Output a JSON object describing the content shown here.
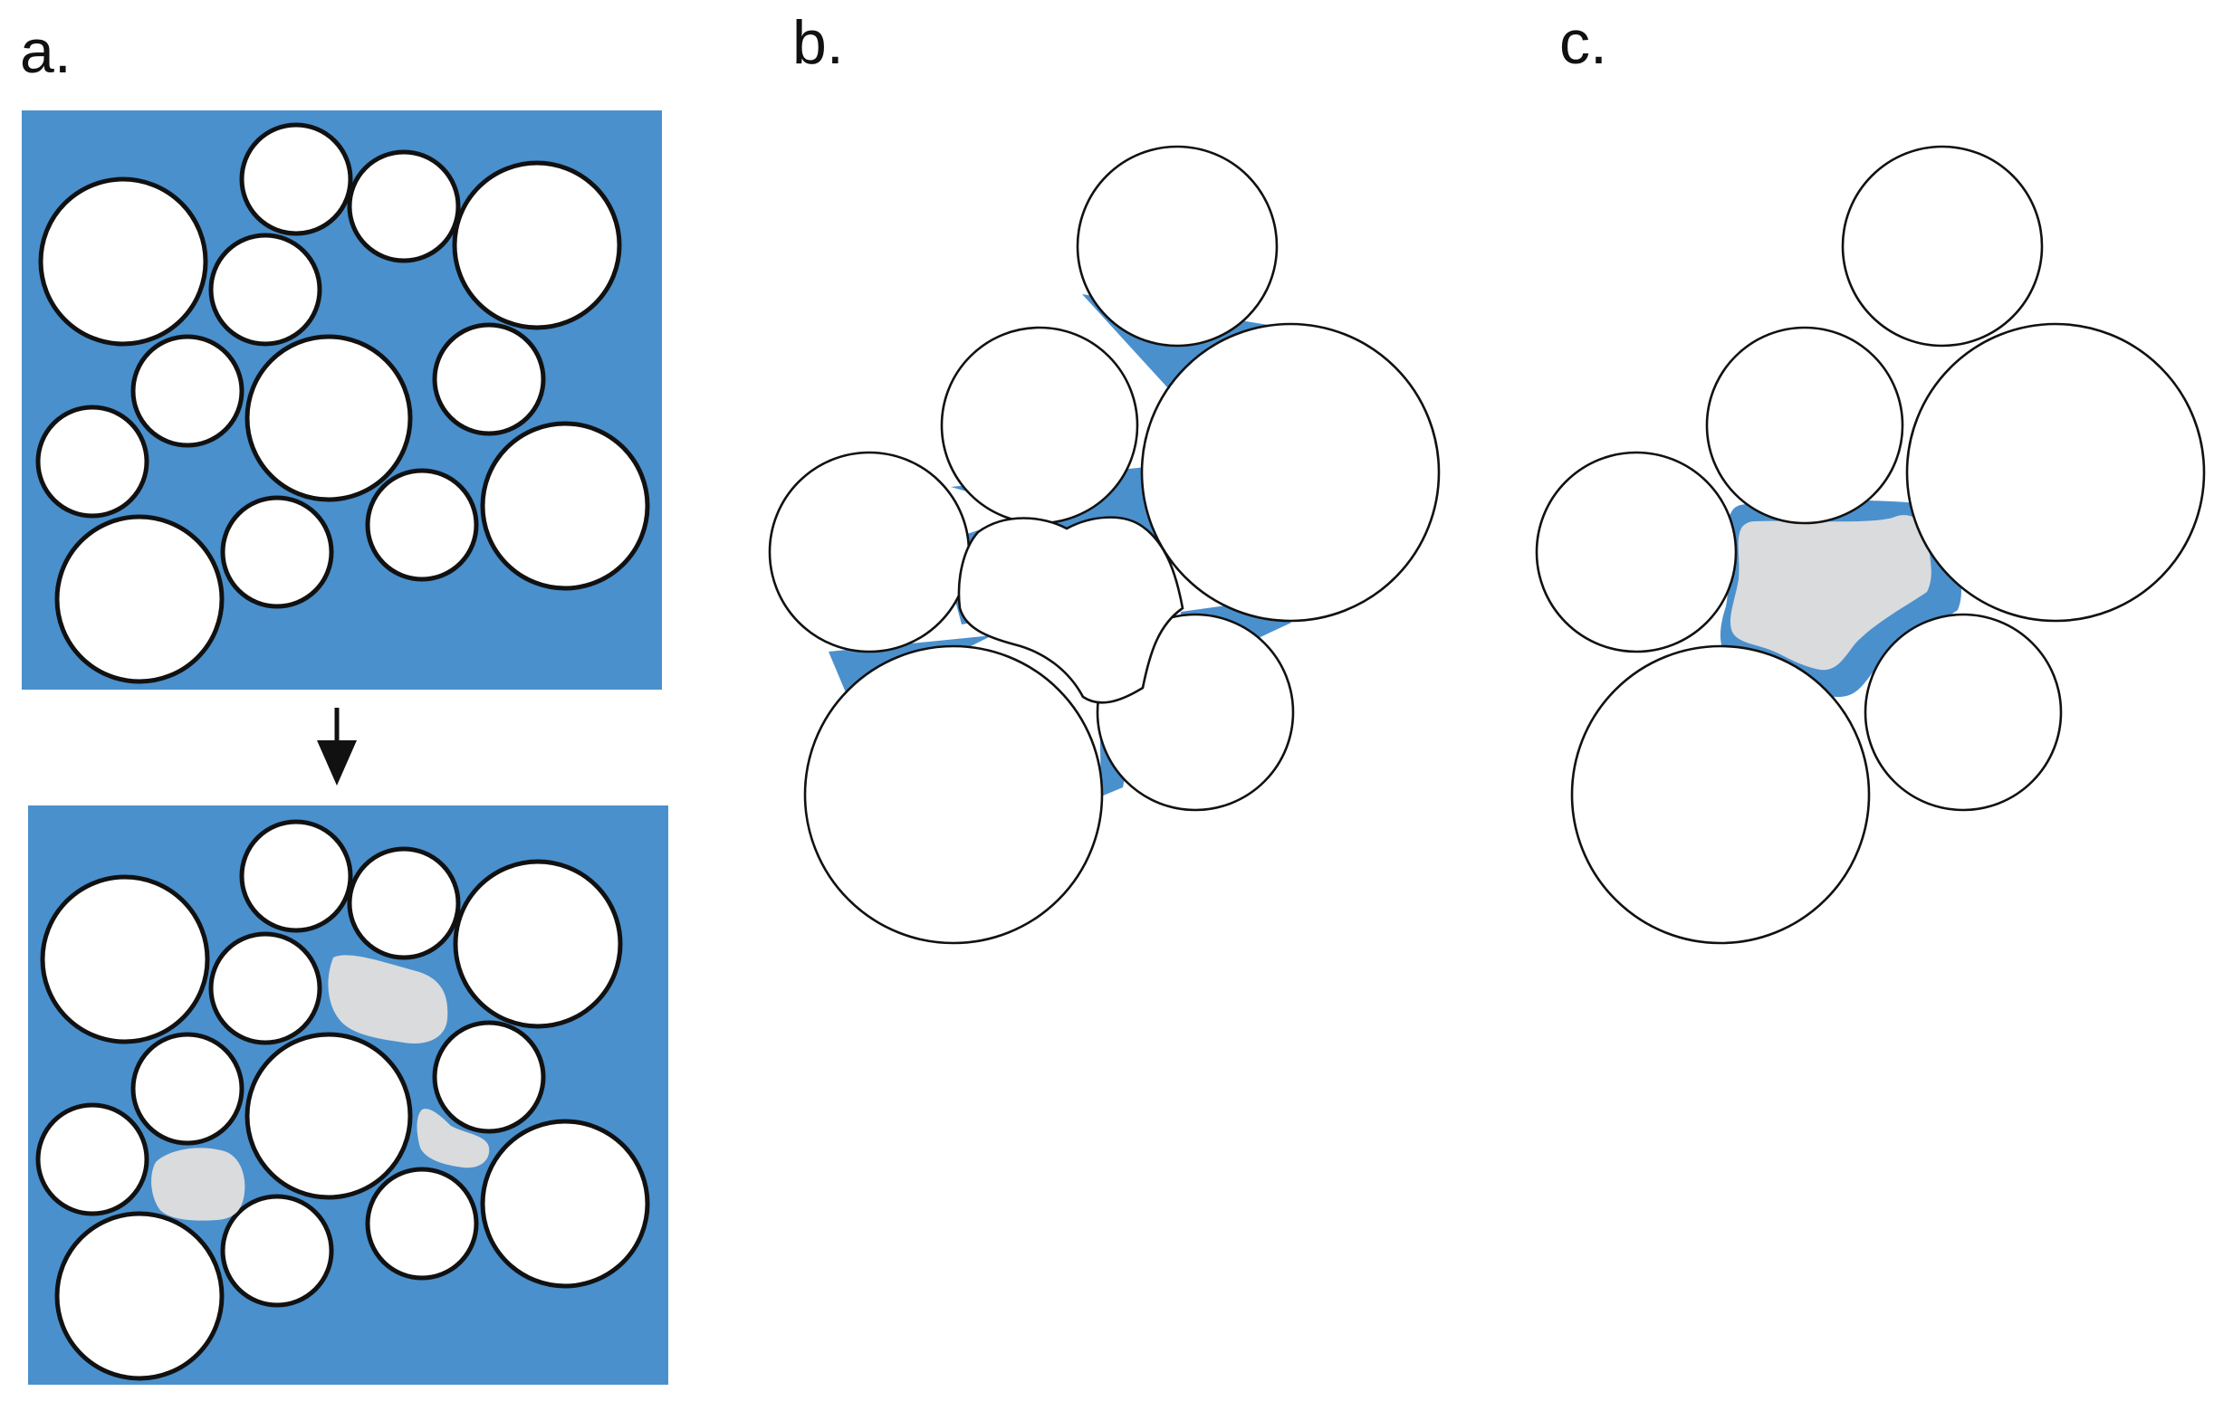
{
  "panels": {
    "a": {
      "label": "a."
    },
    "b": {
      "label": "b."
    },
    "c": {
      "label": "c."
    }
  },
  "colors": {
    "pore_fluid": "#4a90cd",
    "grain_fill": "#ffffff",
    "grain_outline": "#111111",
    "precipitate": "#dadbdd",
    "arrow": "#111111"
  },
  "icons": {
    "transition_arrow": "arrow-down-icon"
  }
}
